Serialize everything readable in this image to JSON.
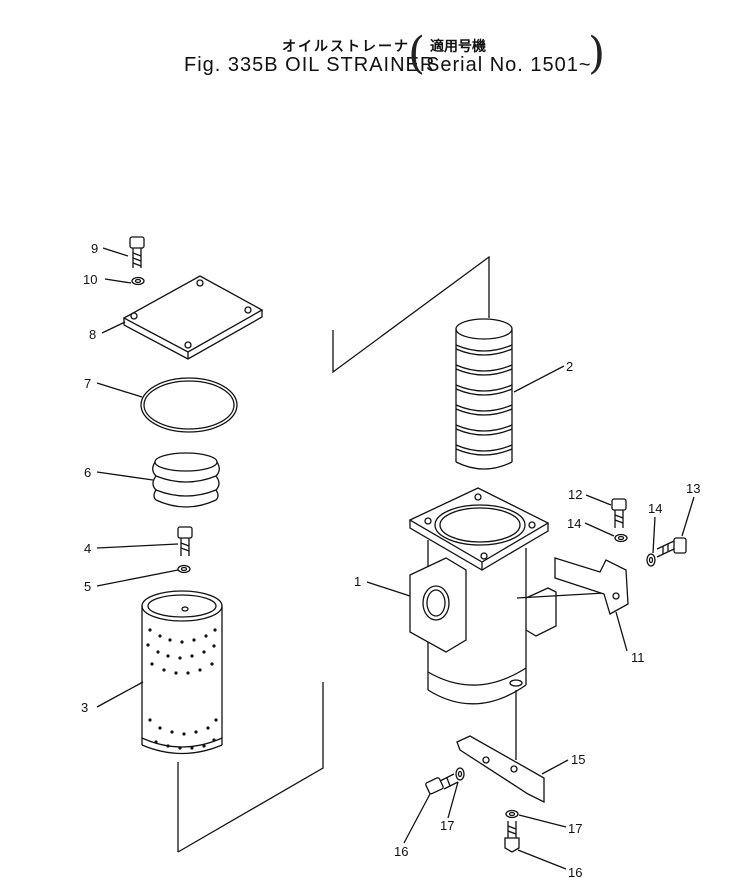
{
  "title": {
    "jp": "オイルストレーナ",
    "en": "Fig. 335B OIL STRAINER",
    "serial_jp": "適用号機",
    "serial_en": "Serial No. 1501~"
  },
  "callouts": [
    {
      "id": "c1",
      "label": "1"
    },
    {
      "id": "c2",
      "label": "2"
    },
    {
      "id": "c3",
      "label": "3"
    },
    {
      "id": "c4",
      "label": "4"
    },
    {
      "id": "c5",
      "label": "5"
    },
    {
      "id": "c6",
      "label": "6"
    },
    {
      "id": "c7",
      "label": "7"
    },
    {
      "id": "c8",
      "label": "8"
    },
    {
      "id": "c9",
      "label": "9"
    },
    {
      "id": "c10",
      "label": "10"
    },
    {
      "id": "c11",
      "label": "11"
    },
    {
      "id": "c12",
      "label": "12"
    },
    {
      "id": "c13",
      "label": "13"
    },
    {
      "id": "c14a",
      "label": "14"
    },
    {
      "id": "c14b",
      "label": "14"
    },
    {
      "id": "c15",
      "label": "15"
    },
    {
      "id": "c16a",
      "label": "16"
    },
    {
      "id": "c16b",
      "label": "16"
    },
    {
      "id": "c17a",
      "label": "17"
    },
    {
      "id": "c17b",
      "label": "17"
    }
  ]
}
